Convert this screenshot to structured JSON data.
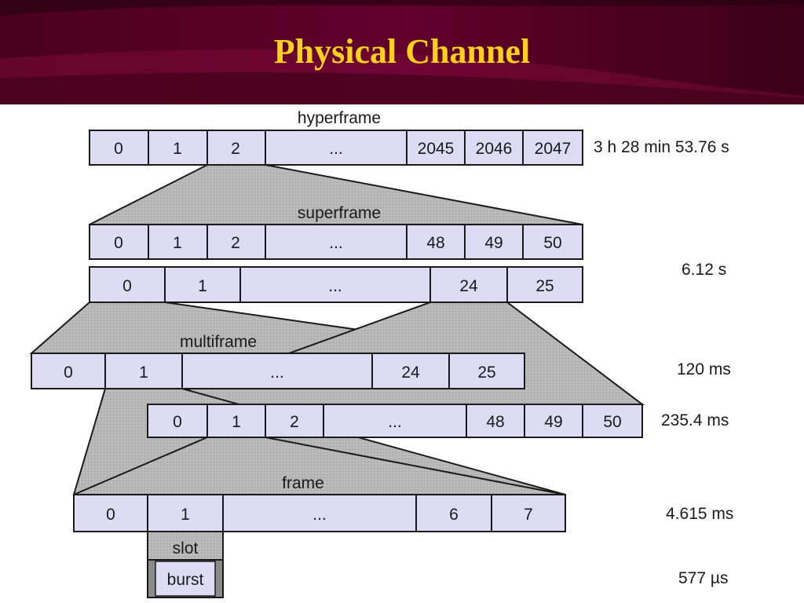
{
  "title": "Physical Channel",
  "colors": {
    "banner": "#5e0029",
    "banner_dark": "#2a0012",
    "title": "#ffd21a",
    "cell_fill": "#dcdcf5",
    "fan_fill": "#b4b4b4"
  },
  "hyperframe": {
    "label": "hyperframe",
    "cells": [
      "0",
      "1",
      "2",
      "...",
      "2045",
      "2046",
      "2047"
    ],
    "duration": "3 h 28 min 53.76 s"
  },
  "superframe": {
    "label": "superframe",
    "row_a": [
      "0",
      "1",
      "2",
      "...",
      "48",
      "49",
      "50"
    ],
    "row_b": [
      "0",
      "1",
      "...",
      "24",
      "25"
    ],
    "duration": "6.12 s"
  },
  "multiframe": {
    "label": "multiframe",
    "row_a": [
      "0",
      "1",
      "...",
      "24",
      "25"
    ],
    "duration_a": "120 ms",
    "row_b": [
      "0",
      "1",
      "2",
      "...",
      "48",
      "49",
      "50"
    ],
    "duration_b": "235.4 ms"
  },
  "frame": {
    "label": "frame",
    "cells": [
      "0",
      "1",
      "...",
      "6",
      "7"
    ],
    "duration": "4.615 ms"
  },
  "slot": {
    "label": "slot",
    "burst": "burst",
    "duration": "577 µs"
  }
}
